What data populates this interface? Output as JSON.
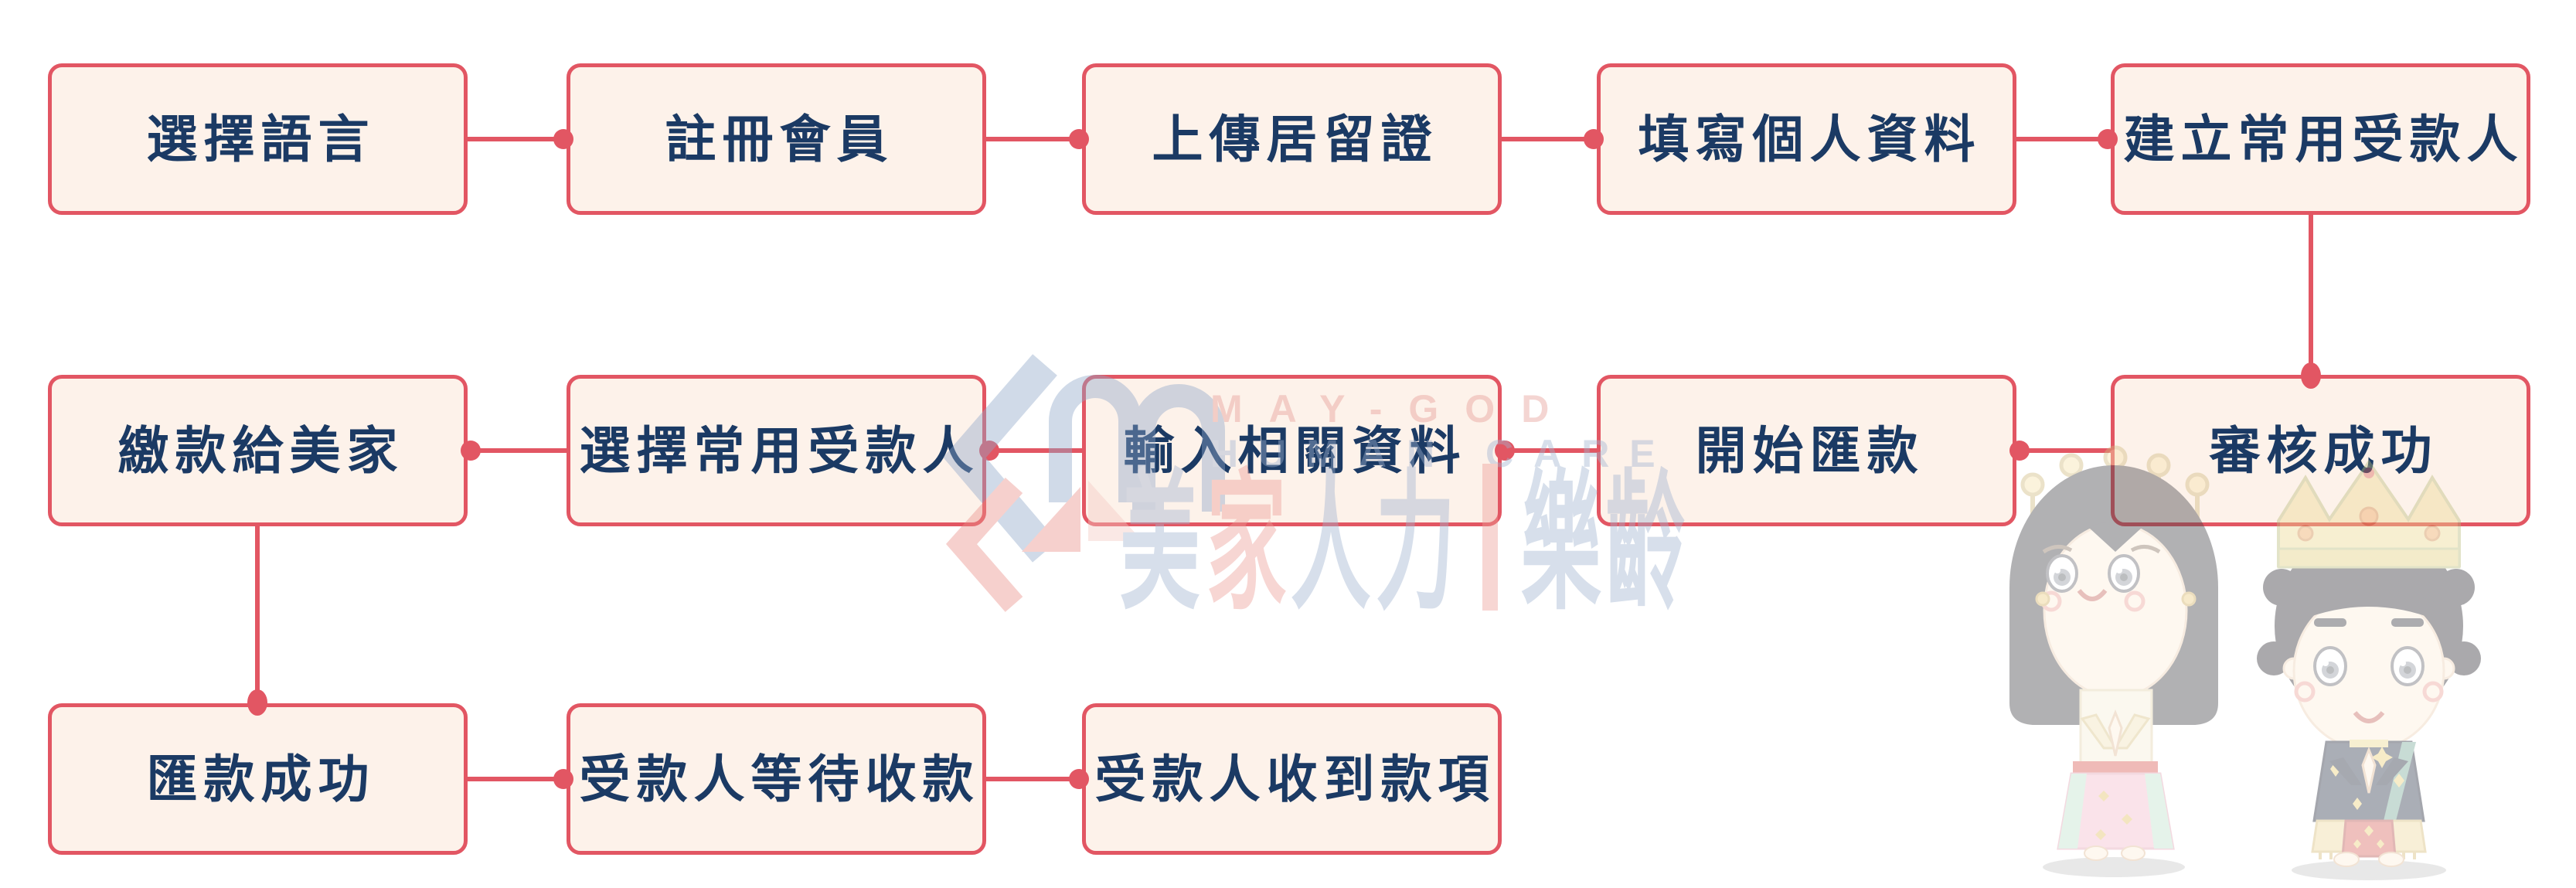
{
  "page": {
    "kind": "remittance-process-flowchart",
    "background": "#ffffff"
  },
  "palette": {
    "box_fill": "#fdf2ea",
    "box_border": "#e25663",
    "connector": "#e25663",
    "label_text": "#1b3a64",
    "watermark_blue": "#bccadf",
    "watermark_pink": "#f0b9b2",
    "watermark_red": "#e98f89"
  },
  "flow": {
    "nodes": [
      {
        "id": "select-language",
        "label": "選擇語言",
        "row": 1,
        "col": 1
      },
      {
        "id": "register-member",
        "label": "註冊會員",
        "row": 1,
        "col": 2
      },
      {
        "id": "upload-residence-permit",
        "label": "上傳居留證",
        "row": 1,
        "col": 3
      },
      {
        "id": "fill-personal-info",
        "label": "填寫個人資料",
        "row": 1,
        "col": 4
      },
      {
        "id": "create-frequent-payee",
        "label": "建立常用受款人",
        "row": 1,
        "col": 5
      },
      {
        "id": "review-success",
        "label": "審核成功",
        "row": 2,
        "col": 5
      },
      {
        "id": "start-remittance",
        "label": "開始匯款",
        "row": 2,
        "col": 4
      },
      {
        "id": "enter-related-info",
        "label": "輸入相關資料",
        "row": 2,
        "col": 3
      },
      {
        "id": "select-frequent-payee",
        "label": "選擇常用受款人",
        "row": 2,
        "col": 2
      },
      {
        "id": "pay-to-maygod",
        "label": "繳款給美家",
        "row": 2,
        "col": 1
      },
      {
        "id": "remittance-success",
        "label": "匯款成功",
        "row": 3,
        "col": 1
      },
      {
        "id": "payee-waiting-collect",
        "label": "受款人等待收款",
        "row": 3,
        "col": 2
      },
      {
        "id": "payee-received-funds",
        "label": "受款人收到款項",
        "row": 3,
        "col": 3
      }
    ],
    "edges": [
      {
        "from": "select-language",
        "to": "register-member"
      },
      {
        "from": "register-member",
        "to": "upload-residence-permit"
      },
      {
        "from": "upload-residence-permit",
        "to": "fill-personal-info"
      },
      {
        "from": "fill-personal-info",
        "to": "create-frequent-payee"
      },
      {
        "from": "create-frequent-payee",
        "to": "review-success"
      },
      {
        "from": "review-success",
        "to": "start-remittance"
      },
      {
        "from": "start-remittance",
        "to": "enter-related-info"
      },
      {
        "from": "enter-related-info",
        "to": "select-frequent-payee"
      },
      {
        "from": "select-frequent-payee",
        "to": "pay-to-maygod"
      },
      {
        "from": "pay-to-maygod",
        "to": "remittance-success"
      },
      {
        "from": "remittance-success",
        "to": "payee-waiting-collect"
      },
      {
        "from": "payee-waiting-collect",
        "to": "payee-received-funds"
      }
    ]
  },
  "watermark": {
    "latin_line1": "MAY-GOD",
    "latin_line2": "HUMAN CARE",
    "cjk_char1": "美",
    "cjk_char2": "家",
    "cjk_part3": "人力",
    "cjk_part4": "樂齡",
    "mascots": [
      {
        "name": "traditional-woman-praying"
      },
      {
        "name": "traditional-king-praying"
      }
    ]
  }
}
